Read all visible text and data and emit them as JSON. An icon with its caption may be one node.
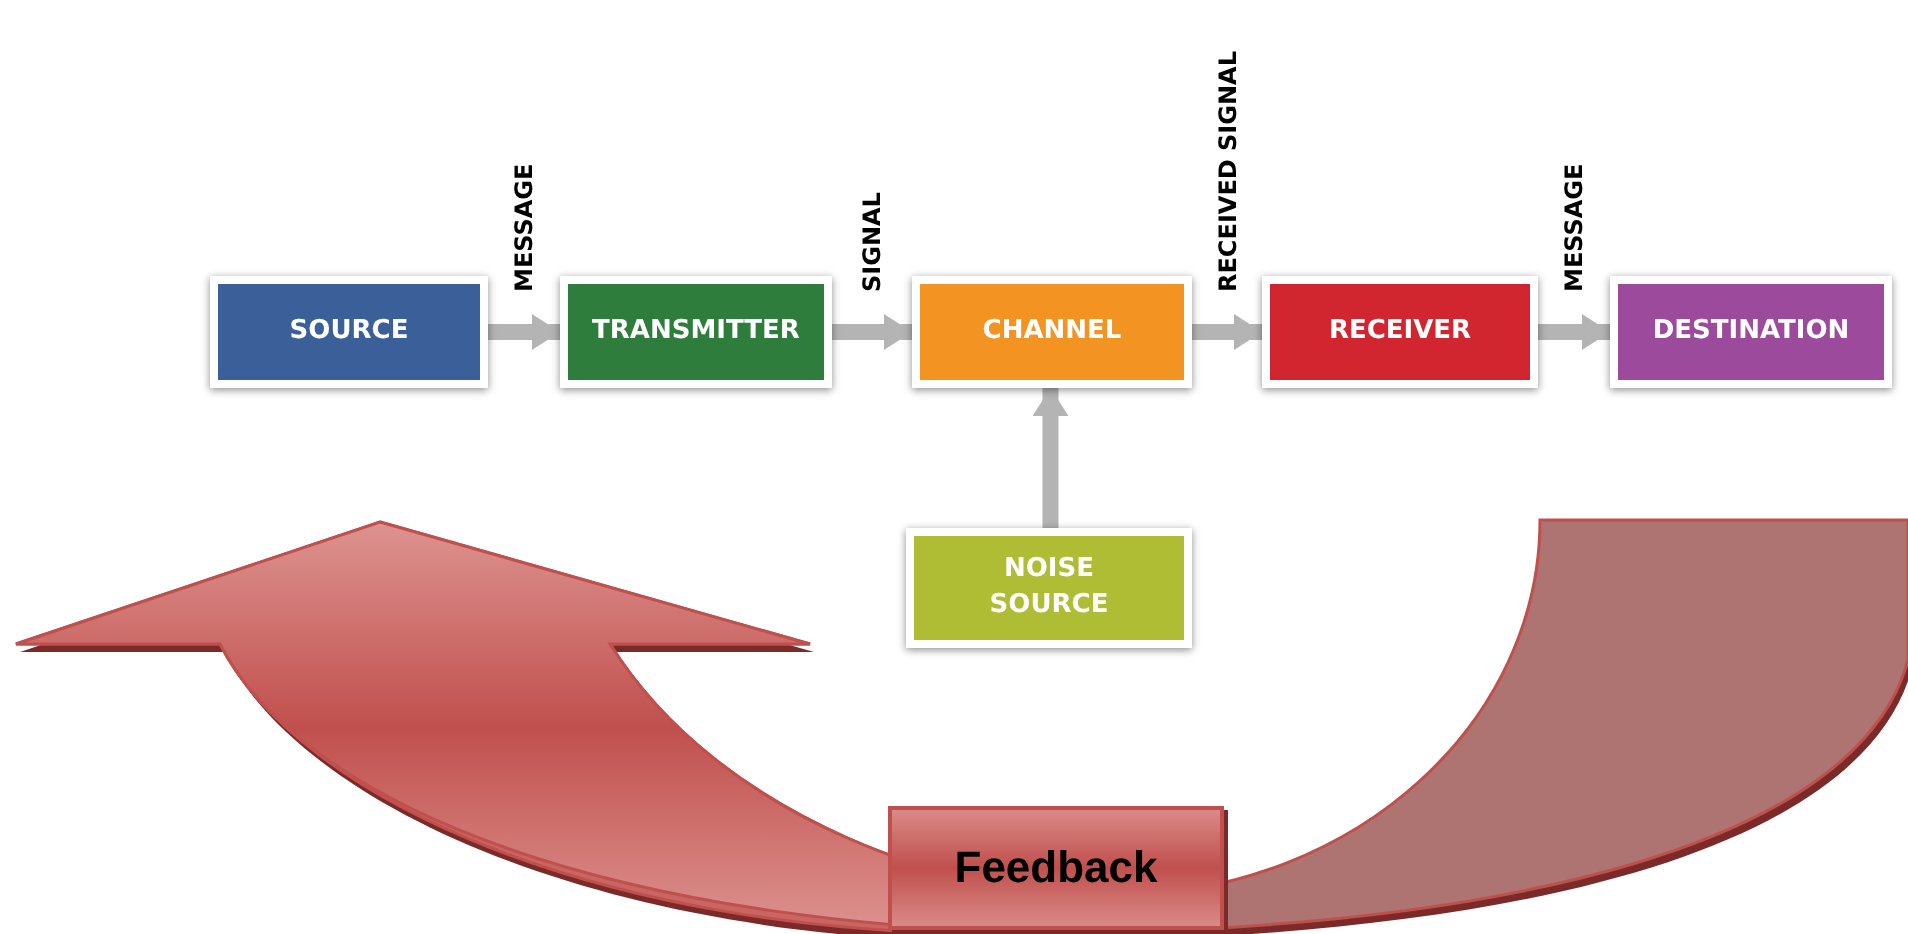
{
  "diagram": {
    "nodes": [
      {
        "text": [
          "SOURCE"
        ]
      },
      {
        "text": [
          "TRANSMITTER"
        ]
      },
      {
        "text": [
          "CHANNEL"
        ]
      },
      {
        "text": [
          "RECEIVER"
        ]
      },
      {
        "text": [
          "DESTINATION"
        ]
      },
      {
        "text": [
          "NOISE SOURCE"
        ]
      },
      {
        "text": [
          "Feedback"
        ]
      }
    ],
    "edges": [
      {
        "from": 0,
        "to": 1,
        "arrow": "to",
        "label": "MESSAGE"
      },
      {
        "from": 1,
        "to": 2,
        "arrow": "to",
        "label": "SIGNAL"
      },
      {
        "from": 2,
        "to": 3,
        "arrow": "to",
        "label": "RECEIVED SIGNAL"
      },
      {
        "from": 3,
        "to": 4,
        "arrow": "to",
        "label": "MESSAGE"
      },
      {
        "from": 5,
        "to": 2,
        "arrow": "to"
      }
    ]
  }
}
